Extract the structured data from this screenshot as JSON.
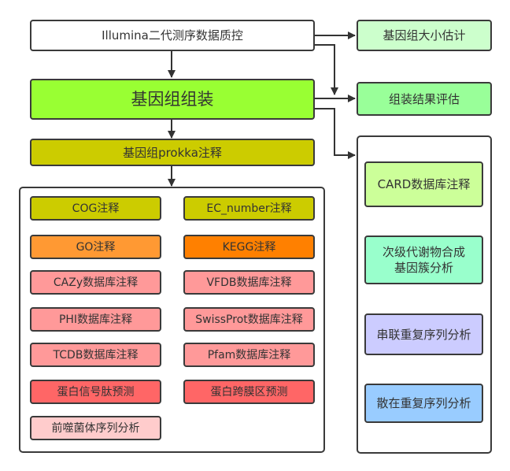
{
  "diagram": {
    "main_flow": {
      "qc": {
        "label": "Illumina二代测序数据质控",
        "color": "#ffffff"
      },
      "assembly": {
        "label": "基因组组装",
        "color": "#99ff33"
      },
      "prokka": {
        "label": "基因组prokka注释",
        "color": "#cccc00"
      }
    },
    "side": {
      "genome_size": {
        "label": "基因组大小估计",
        "color": "#ccffcc"
      },
      "assembly_eval": {
        "label": "组装结果评估",
        "color": "#99ff99"
      }
    },
    "annotation_group": [
      {
        "label": "COG注释",
        "color": "#cccc00"
      },
      {
        "label": "EC_number注释",
        "color": "#cccc00"
      },
      {
        "label": "GO注释",
        "color": "#ff9933"
      },
      {
        "label": "KEGG注释",
        "color": "#ff8000"
      },
      {
        "label": "CAZy数据库注释",
        "color": "#ff9999"
      },
      {
        "label": "VFDB数据库注释",
        "color": "#ff9999"
      },
      {
        "label": "PHI数据库注释",
        "color": "#ff9999"
      },
      {
        "label": "SwissProt数据库注释",
        "color": "#ff9999"
      },
      {
        "label": "TCDB数据库注释",
        "color": "#ff9999"
      },
      {
        "label": "Pfam数据库注释",
        "color": "#ff9999"
      },
      {
        "label": "蛋白信号肽预测",
        "color": "#ff6666"
      },
      {
        "label": "蛋白跨膜区预测",
        "color": "#ff6666"
      },
      {
        "label": "前噬菌体序列分析",
        "color": "#ffcccc"
      }
    ],
    "analysis_group": [
      {
        "label": "CARD数据库注释",
        "color": "#ccff99"
      },
      {
        "label": "次级代谢物合成\n基因簇分析",
        "line1": "次级代谢物合成",
        "line2": "基因簇分析",
        "color": "#99ffcc"
      },
      {
        "label": "串联重复序列分析",
        "color": "#ccccff"
      },
      {
        "label": "散在重复序列分析",
        "color": "#99ccff"
      }
    ]
  }
}
